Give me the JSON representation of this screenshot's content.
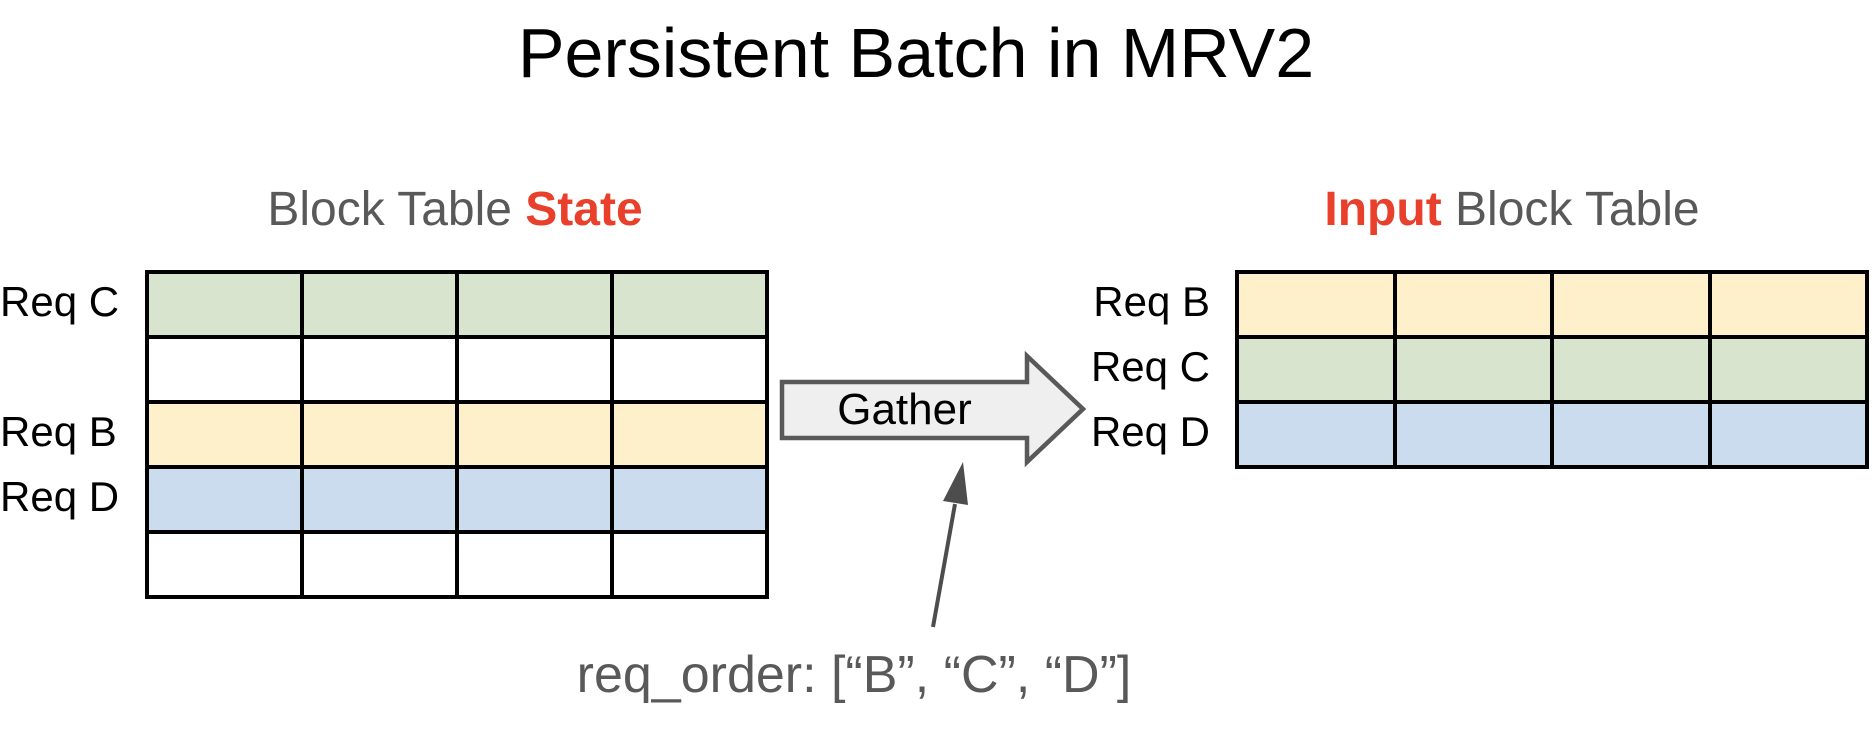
{
  "title": "Persistent Batch in MRV2",
  "palette": {
    "accent_red": "#e8402b",
    "gray_text": "#595959",
    "black_text": "#000000",
    "green": "#d8e4cd",
    "yellow": "#fdf0cb",
    "blue": "#cbdcee",
    "white": "#ffffff",
    "gather_fill": "#efefef",
    "gather_border": "#595959",
    "annotation_arrow": "#4d4d4d",
    "table_border": "#000000"
  },
  "state_table": {
    "title_prefix": "Block Table ",
    "title_accent": "State",
    "columns": 4,
    "rows": [
      {
        "label": "Req C",
        "color": "green"
      },
      {
        "label": "",
        "color": "white"
      },
      {
        "label": "Req B",
        "color": "yellow"
      },
      {
        "label": "Req D",
        "color": "blue"
      },
      {
        "label": "",
        "color": "white"
      }
    ]
  },
  "input_table": {
    "title_accent": "Input",
    "title_suffix": " Block Table",
    "columns": 4,
    "rows": [
      {
        "label": "Req B",
        "color": "yellow"
      },
      {
        "label": "Req C",
        "color": "green"
      },
      {
        "label": "Req D",
        "color": "blue"
      }
    ]
  },
  "gather_arrow": {
    "label": "Gather"
  },
  "annotation": {
    "text": "req_order: [“B”, “C”, “D”]"
  }
}
